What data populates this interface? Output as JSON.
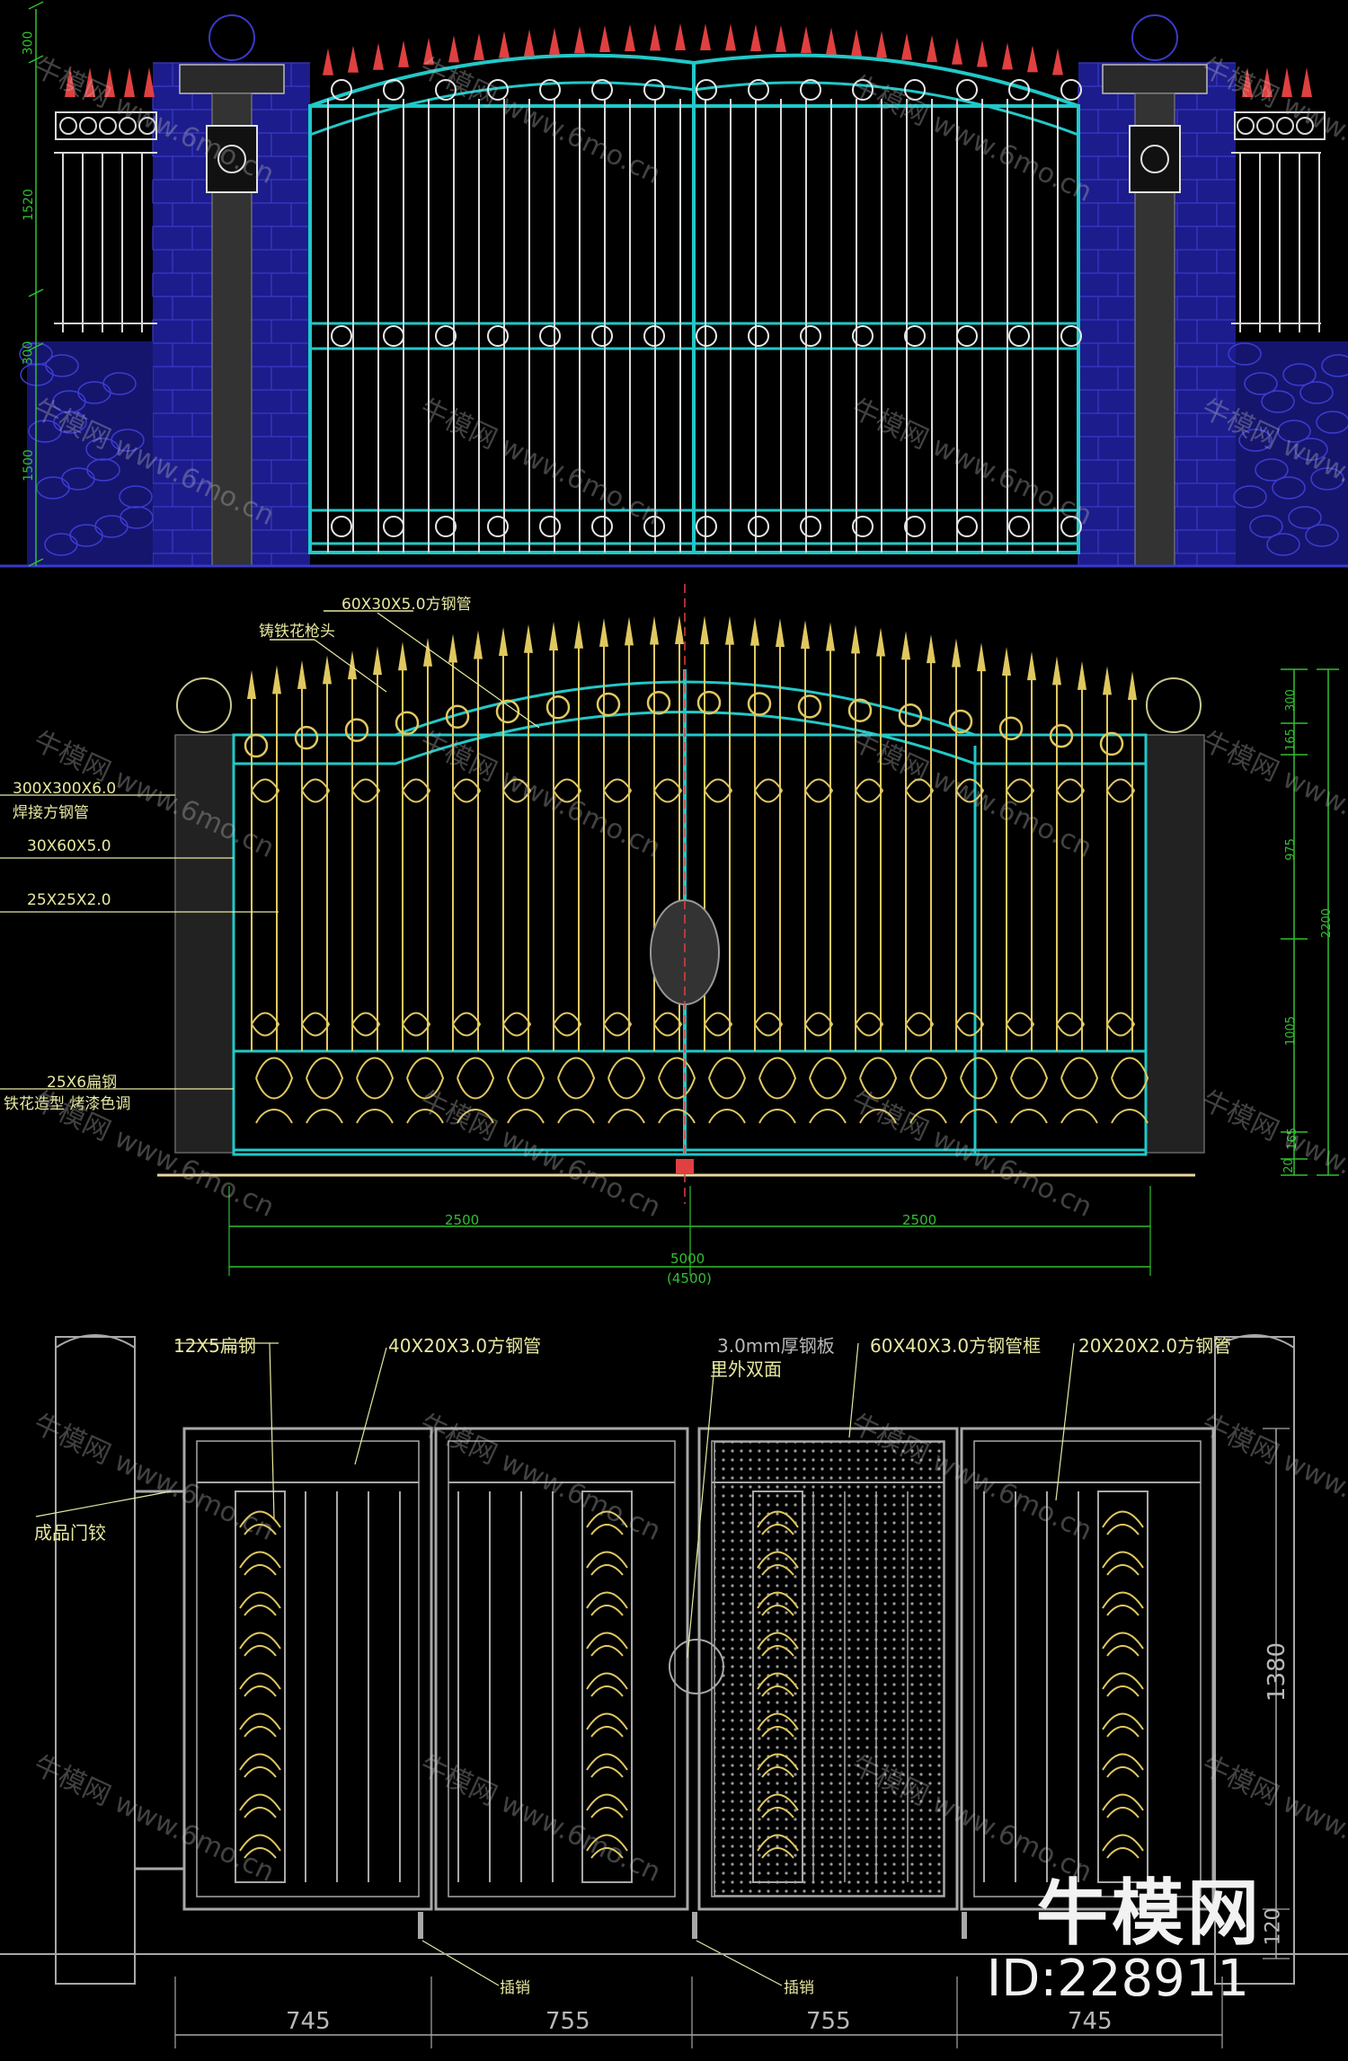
{
  "panel1": {
    "left_dims": [
      "300",
      "1520",
      "300",
      "1500"
    ]
  },
  "panel2": {
    "callouts": [
      "60X30X5.0方钢管",
      "铸铁花枪头",
      "300X300X6.0",
      "焊接方钢管",
      "30X60X5.0",
      "25X25X2.0",
      "25X6扁钢",
      "铁花造型 烤漆色调"
    ],
    "right_dims": [
      "300",
      "165",
      "975",
      "2200",
      "1005",
      "165",
      "20"
    ],
    "bottom_dims": {
      "left": "2500",
      "right": "2500",
      "total": "5000",
      "total_alt": "(4500)"
    }
  },
  "panel3": {
    "callouts": [
      "12X5扁钢",
      "40X20X3.0方钢管",
      "3.0mm厚钢板",
      "里外双面",
      "60X40X3.0方钢管框",
      "20X20X2.0方钢管",
      "成品门铰",
      "插销",
      "插销"
    ],
    "right_dims": [
      "1380",
      "120"
    ],
    "bottom_dims": [
      "745",
      "755",
      "755",
      "745"
    ]
  },
  "watermark": {
    "text_cn": "牛模网",
    "text_url": "www.6mo.cn"
  },
  "brand": {
    "name": "牛模网",
    "id": "ID:228911"
  },
  "colors": {
    "background": "#000000",
    "wall_blue": "#1c1c8c",
    "gate_cyan": "#22c8c8",
    "ornament_gold": "#e0c860",
    "finial_red": "#e04040",
    "panel3_gray": "#a8a8a8",
    "dimension_green": "#30c030"
  }
}
